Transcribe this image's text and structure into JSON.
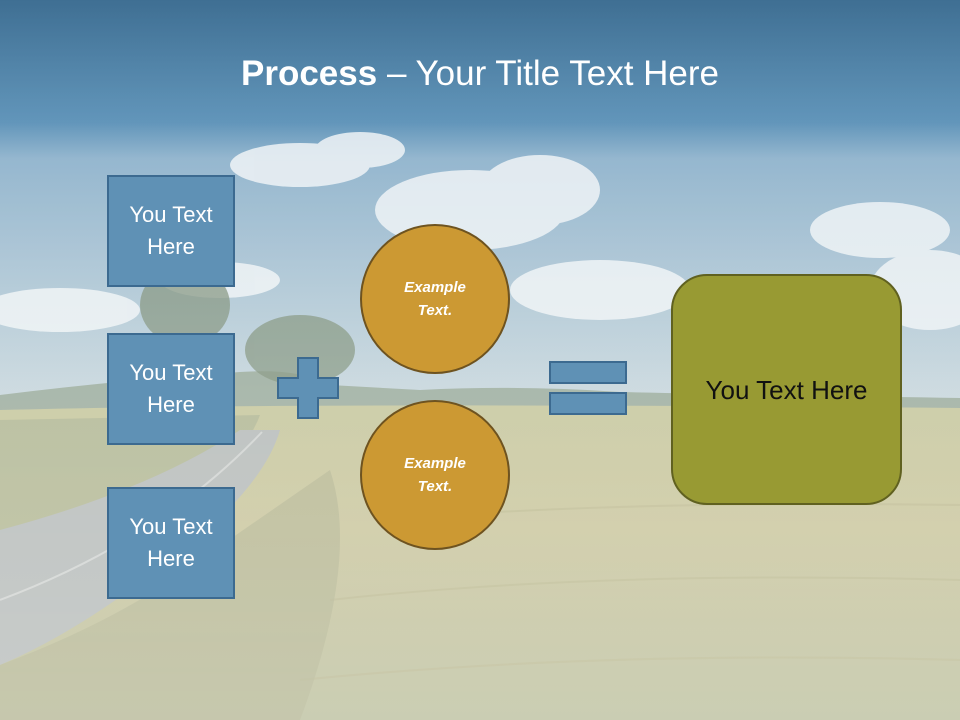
{
  "title": {
    "bold": "Process",
    "rest": " – Your Title Text Here"
  },
  "left_boxes": [
    {
      "text": "You Text Here"
    },
    {
      "text": "You Text Here"
    },
    {
      "text": "You Text Here"
    }
  ],
  "circles": [
    {
      "text": "Example Text."
    },
    {
      "text": "Example Text."
    }
  ],
  "result": {
    "text": "You Text Here"
  },
  "colors": {
    "title_band": "#4f88b0",
    "left_box_fill": "#5f91b5",
    "circle_fill": "#cc9933",
    "result_fill": "#989a33",
    "operator_fill": "#5f91b5"
  }
}
